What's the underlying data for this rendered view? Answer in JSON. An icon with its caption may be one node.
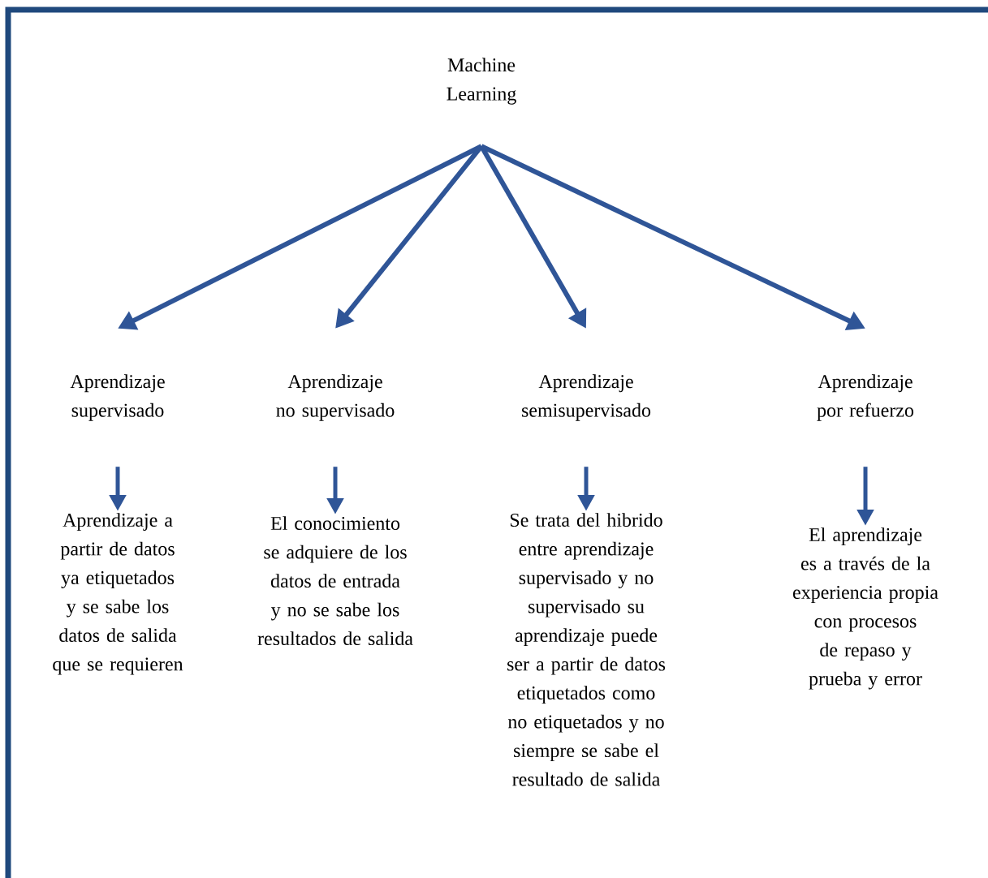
{
  "diagram": {
    "nodes": [
      {
        "text": [
          "Machine Learning"
        ]
      },
      {
        "text": [
          "Aprendizaje supervisado"
        ]
      },
      {
        "text": [
          "Aprendizaje no supervisado"
        ]
      },
      {
        "text": [
          "Aprendizaje semisupervisado"
        ]
      },
      {
        "text": [
          "Aprendizaje por refuerzo"
        ]
      },
      {
        "text": [
          "Aprendizaje a partir de datos ya etiquetados y se sabe los datos de salida que se requieren"
        ]
      },
      {
        "text": [
          "El conocimiento se adquiere de los datos de entrada y no se sabe los resultados de salida"
        ]
      },
      {
        "text": [
          "Se trata del hibrido entre aprendizaje supervisado y no supervisado su aprendizaje puede ser a partir de datos etiquetados como no etiquetados y no siempre se sabe el resultado de salida"
        ]
      },
      {
        "text": [
          "El aprendizaje es a través de la experiencia propia con procesos de repaso y prueba y error"
        ]
      }
    ],
    "edges": [
      {
        "from": 0,
        "to": 1,
        "arrow": "to"
      },
      {
        "from": 0,
        "to": 2,
        "arrow": "to"
      },
      {
        "from": 0,
        "to": 3,
        "arrow": "to"
      },
      {
        "from": 0,
        "to": 4,
        "arrow": "to"
      },
      {
        "from": 1,
        "to": 5,
        "arrow": "to"
      },
      {
        "from": 2,
        "to": 6,
        "arrow": "to"
      },
      {
        "from": 3,
        "to": 7,
        "arrow": "to"
      },
      {
        "from": 4,
        "to": 8,
        "arrow": "to"
      }
    ]
  }
}
